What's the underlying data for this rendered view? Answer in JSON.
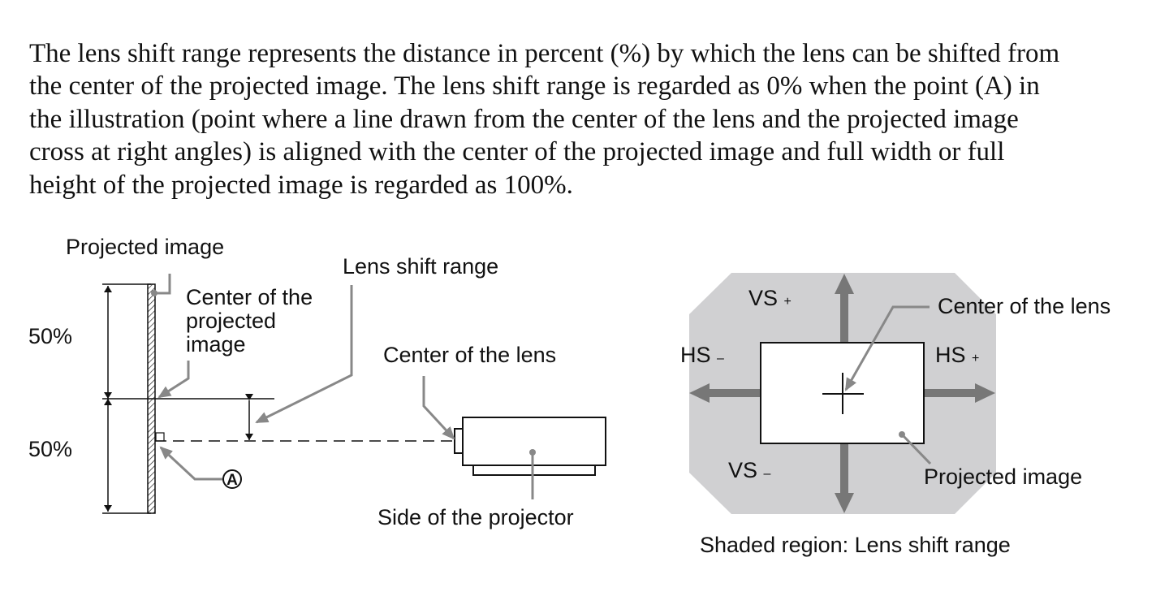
{
  "paragraph": {
    "lines": [
      "The lens shift range represents the distance in percent (%) by which the lens can be shifted from",
      "the center of the projected image. The lens shift range is regarded as 0% when the point (A) in",
      "the illustration (point where a line drawn from the center of the lens and the projected image",
      "cross at right angles) is aligned with the center of the projected image and full width or full",
      "height of the projected image is regarded as 100%."
    ]
  },
  "side_diagram": {
    "projected_image": "Projected image",
    "lens_shift_range": "Lens shift range",
    "center_of_projected_image": [
      "Center of the",
      "projected",
      "image"
    ],
    "center_of_lens": "Center of the lens",
    "upper_percent": "50%",
    "lower_percent": "50%",
    "point_a": "A",
    "side_of_projector": "Side of the projector"
  },
  "front_diagram": {
    "vs_plus": "VS",
    "vs_plus_sign": "+",
    "vs_minus": "VS",
    "vs_minus_sign": "–",
    "hs_minus": "HS",
    "hs_minus_sign": "–",
    "hs_plus": "HS",
    "hs_plus_sign": "+",
    "center_of_lens": "Center of the lens",
    "projected_image": "Projected image",
    "caption": "Shaded region: Lens shift range",
    "shade_color": "#d0d0d2",
    "arrow_color": "#777777"
  }
}
